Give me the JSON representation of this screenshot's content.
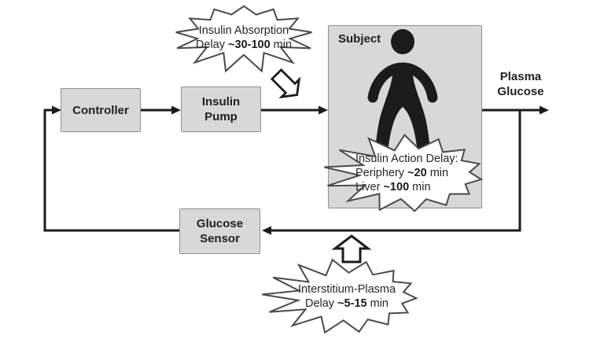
{
  "boxes": {
    "controller": "Controller",
    "insulin_pump": "Insulin\nPump",
    "subject": "Subject",
    "glucose_sensor": "Glucose\nSensor"
  },
  "labels": {
    "plasma_glucose": "Plasma\nGlucose"
  },
  "callouts": {
    "insulin_absorption": {
      "line1": "Insulin Absorption",
      "line2_pre": "Delay ",
      "line2_value": "~30-100",
      "line2_post": " min"
    },
    "insulin_action": {
      "line1": "Insulin Action Delay:",
      "line2_pre": "Periphery ",
      "line2_value": "~20",
      "line2_post": " min",
      "line3_pre": "Liver ",
      "line3_value": "~100",
      "line3_post": " min"
    },
    "interstitium_plasma": {
      "line1": "Interstitium-Plasma",
      "line2_pre": "Delay ",
      "line2_value": "~5-15",
      "line2_post": " min"
    }
  },
  "icons": {
    "person": "person-icon",
    "block_arrow_down_right": "block-arrow-down-right-icon",
    "block_arrow_up": "block-arrow-up-icon"
  },
  "colors": {
    "background": "#ffffff",
    "box_fill": "#d8d8d8",
    "box_border": "#8f8f8f",
    "line": "#1b1b1b",
    "callout_fill": "#ffffff",
    "callout_border": "#4b4b4b",
    "text": "#1f1f1f"
  }
}
